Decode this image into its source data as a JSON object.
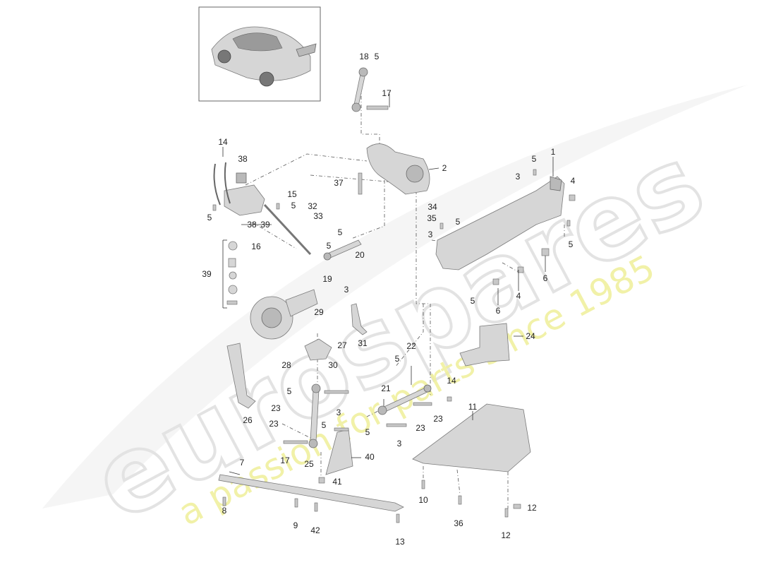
{
  "watermark": {
    "brand": "eurospares",
    "tagline": "a passion for parts since 1985"
  },
  "callouts": [
    {
      "id": "c1",
      "text": "1"
    },
    {
      "id": "c2",
      "text": "2"
    },
    {
      "id": "c3a",
      "text": "3"
    },
    {
      "id": "c3b",
      "text": "3"
    },
    {
      "id": "c3c",
      "text": "3"
    },
    {
      "id": "c3d",
      "text": "3"
    },
    {
      "id": "c3e",
      "text": "3"
    },
    {
      "id": "c4a",
      "text": "4"
    },
    {
      "id": "c4b",
      "text": "4"
    },
    {
      "id": "c5a",
      "text": "5"
    },
    {
      "id": "c5b",
      "text": "5"
    },
    {
      "id": "c5c",
      "text": "5"
    },
    {
      "id": "c5d",
      "text": "5"
    },
    {
      "id": "c5e",
      "text": "5"
    },
    {
      "id": "c5f",
      "text": "5"
    },
    {
      "id": "c5g",
      "text": "5"
    },
    {
      "id": "c5h",
      "text": "5"
    },
    {
      "id": "c5i",
      "text": "5"
    },
    {
      "id": "c5j",
      "text": "5"
    },
    {
      "id": "c5k",
      "text": "5"
    },
    {
      "id": "c5l",
      "text": "5"
    },
    {
      "id": "c5m",
      "text": "5"
    },
    {
      "id": "c6a",
      "text": "6"
    },
    {
      "id": "c6b",
      "text": "6"
    },
    {
      "id": "c7",
      "text": "7"
    },
    {
      "id": "c8",
      "text": "8"
    },
    {
      "id": "c9",
      "text": "9"
    },
    {
      "id": "c10",
      "text": "10"
    },
    {
      "id": "c11",
      "text": "11"
    },
    {
      "id": "c12a",
      "text": "12"
    },
    {
      "id": "c12b",
      "text": "12"
    },
    {
      "id": "c13",
      "text": "13"
    },
    {
      "id": "c14a",
      "text": "14"
    },
    {
      "id": "c14b",
      "text": "14"
    },
    {
      "id": "c15",
      "text": "15"
    },
    {
      "id": "c16",
      "text": "16"
    },
    {
      "id": "c17a",
      "text": "17"
    },
    {
      "id": "c17b",
      "text": "17"
    },
    {
      "id": "c18",
      "text": "18"
    },
    {
      "id": "c19",
      "text": "19"
    },
    {
      "id": "c20",
      "text": "20"
    },
    {
      "id": "c21",
      "text": "21"
    },
    {
      "id": "c22",
      "text": "22"
    },
    {
      "id": "c23a",
      "text": "23"
    },
    {
      "id": "c23b",
      "text": "23"
    },
    {
      "id": "c23c",
      "text": "23"
    },
    {
      "id": "c23d",
      "text": "23"
    },
    {
      "id": "c24",
      "text": "24"
    },
    {
      "id": "c25",
      "text": "25"
    },
    {
      "id": "c26",
      "text": "26"
    },
    {
      "id": "c27",
      "text": "27"
    },
    {
      "id": "c28",
      "text": "28"
    },
    {
      "id": "c29",
      "text": "29"
    },
    {
      "id": "c30",
      "text": "30"
    },
    {
      "id": "c31",
      "text": "31"
    },
    {
      "id": "c32",
      "text": "32"
    },
    {
      "id": "c33",
      "text": "33"
    },
    {
      "id": "c34",
      "text": "34"
    },
    {
      "id": "c35",
      "text": "35"
    },
    {
      "id": "c36",
      "text": "36"
    },
    {
      "id": "c37",
      "text": "37"
    },
    {
      "id": "c38a",
      "text": "38"
    },
    {
      "id": "c38b",
      "text": "38"
    },
    {
      "id": "c39a",
      "text": "39"
    },
    {
      "id": "c39b",
      "text": "39"
    },
    {
      "id": "c40",
      "text": "40"
    },
    {
      "id": "c41",
      "text": "41"
    },
    {
      "id": "c42",
      "text": "42"
    }
  ]
}
